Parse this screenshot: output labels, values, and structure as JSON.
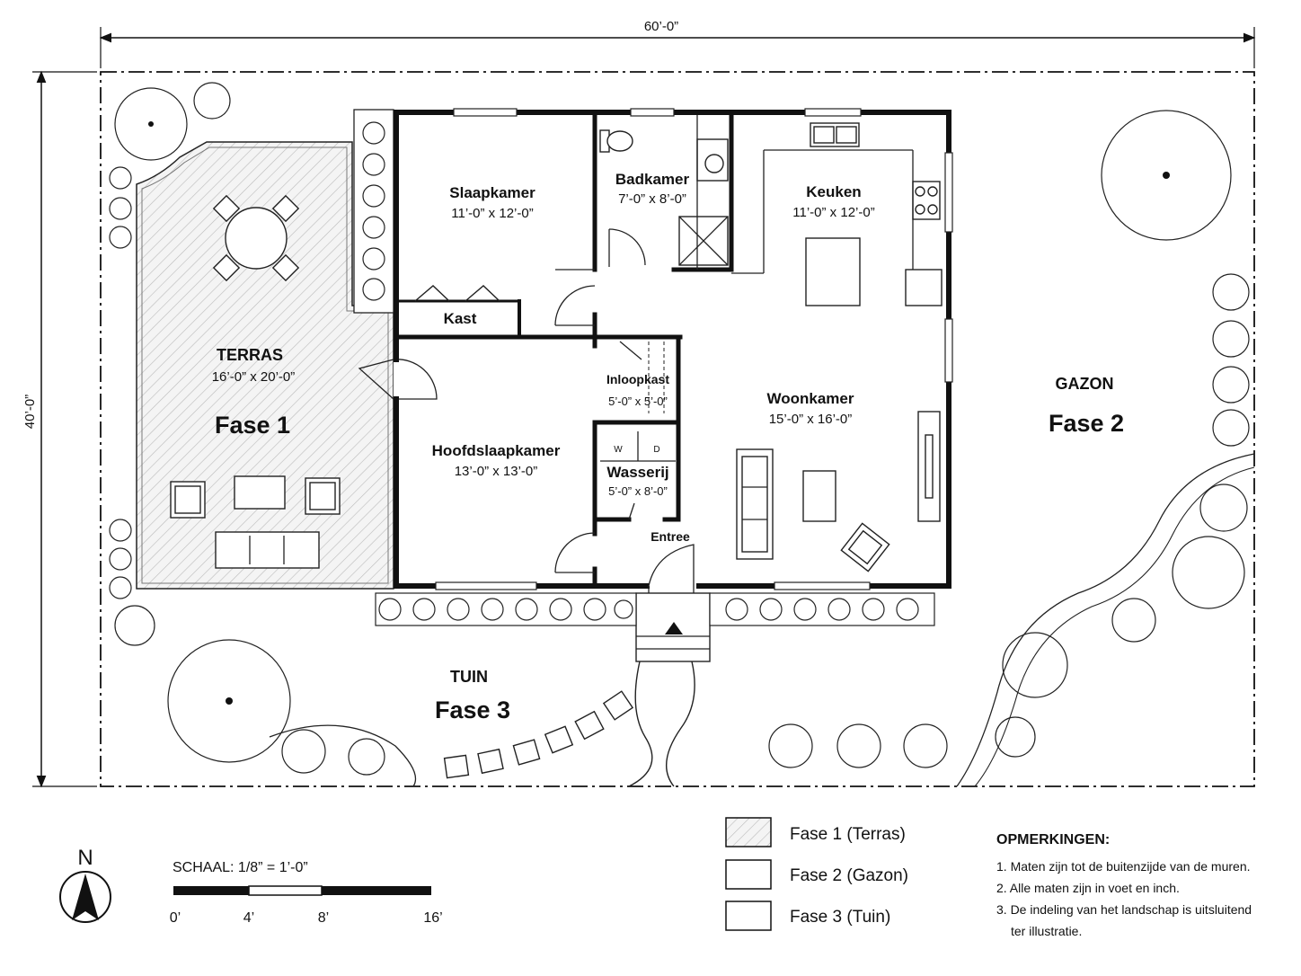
{
  "dimensions": {
    "width_label": "60’-0”",
    "height_label": "40’-0”"
  },
  "rooms": {
    "slaapkamer": {
      "name": "Slaapkamer",
      "size": "11’-0” x 12’-0”"
    },
    "badkamer": {
      "name": "Badkamer",
      "size": "7’-0” x 8’-0”"
    },
    "keuken": {
      "name": "Keuken",
      "size": "11’-0” x 12’-0”"
    },
    "kast": {
      "name": "Kast"
    },
    "inloopkast": {
      "name": "Inloopkast",
      "size": "5’-0” x 5’-0”"
    },
    "woonkamer": {
      "name": "Woonkamer",
      "size": "15’-0” x 16’-0”"
    },
    "hoofdslaapkamer": {
      "name": "Hoofdslaapkamer",
      "size": "13’-0” x 13’-0”"
    },
    "wasserij": {
      "name": "Wasserij",
      "size": "5’-0” x 8’-0”",
      "washer": "W",
      "dryer": "D"
    },
    "entree": {
      "name": "Entree"
    }
  },
  "zones": {
    "terras": {
      "name": "TERRAS",
      "size": "16’-0” x 20’-0”",
      "phase": "Fase 1"
    },
    "gazon": {
      "name": "GAZON",
      "phase": "Fase 2"
    },
    "tuin": {
      "name": "TUIN",
      "phase": "Fase 3"
    }
  },
  "legend": [
    {
      "label": "Fase 1 (Terras)",
      "pattern": "hatched"
    },
    {
      "label": "Fase 2 (Gazon)",
      "pattern": "blank"
    },
    {
      "label": "Fase 3 (Tuin)",
      "pattern": "blank"
    }
  ],
  "notes": {
    "title": "OPMERKINGEN:",
    "items": [
      "1. Maten zijn tot de buitenzijde van de muren.",
      "2. Alle maten zijn in voet en inch.",
      "3. De indeling van het landschap is uitsluitend",
      "ter illustratie."
    ]
  },
  "scale": {
    "title": "SCHAAL: 1/8” = 1’-0”",
    "ticks": [
      "0’",
      "4’",
      "8’",
      "16’"
    ]
  },
  "north": {
    "label": "N"
  },
  "colors": {
    "line": "#111111",
    "hatch": "#bbbbbb",
    "terrace_fill": "#f4f4f4"
  }
}
